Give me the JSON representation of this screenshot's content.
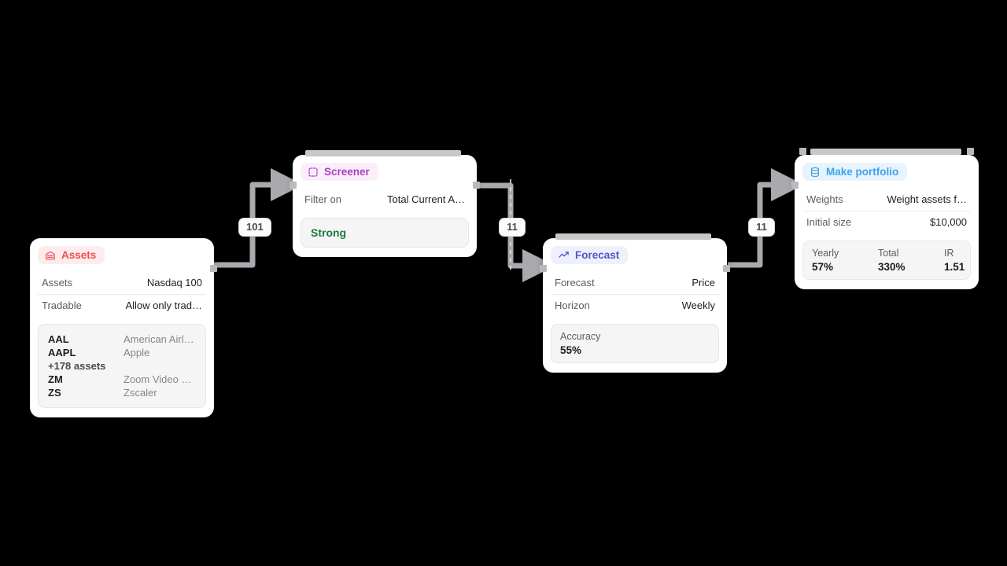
{
  "canvas": {
    "background": "#000000"
  },
  "nodes": [
    {
      "id": "assets",
      "title": "Assets",
      "icon": "bank-building-icon",
      "accent": "#ef4d53",
      "rows": [
        {
          "key": "Assets",
          "value": "Nasdaq 100"
        },
        {
          "key": "Tradable",
          "value": "Allow only trad…"
        }
      ],
      "assets": [
        {
          "symbol": "AAL",
          "name": "American Airl…"
        },
        {
          "symbol": "AAPL",
          "name": "Apple"
        },
        {
          "symbol": "+178 assets",
          "name": ""
        },
        {
          "symbol": "ZM",
          "name": "Zoom Video …"
        },
        {
          "symbol": "ZS",
          "name": "Zscaler"
        }
      ]
    },
    {
      "id": "screener",
      "title": "Screener",
      "icon": "dashed-square-icon",
      "accent": "#ab3fc4",
      "rows": [
        {
          "key": "Filter on",
          "value": "Total Current A…"
        }
      ],
      "panel_text": "Strong"
    },
    {
      "id": "forecast",
      "title": "Forecast",
      "icon": "trending-up-icon",
      "accent": "#4f57c4",
      "rows": [
        {
          "key": "Forecast",
          "value": "Price"
        },
        {
          "key": "Horizon",
          "value": "Weekly"
        }
      ],
      "stat": {
        "label": "Accuracy",
        "value": "55%"
      }
    },
    {
      "id": "portfolio",
      "title": "Make portfolio",
      "icon": "database-icon",
      "accent": "#3fa2e8",
      "rows": [
        {
          "key": "Weights",
          "value": "Weight assets f…"
        },
        {
          "key": "Initial size",
          "value": "$10,000"
        }
      ],
      "stats": [
        {
          "label": "Yearly",
          "value": "57%"
        },
        {
          "label": "Total",
          "value": "330%"
        },
        {
          "label": "IR",
          "value": "1.51"
        }
      ]
    }
  ],
  "edges": [
    {
      "id": "assets-screener",
      "badge": "101",
      "style": "solid"
    },
    {
      "id": "screener-forecast",
      "badge": "11",
      "style": "dashed"
    },
    {
      "id": "forecast-portfolio",
      "badge": "11",
      "style": "solid"
    }
  ]
}
